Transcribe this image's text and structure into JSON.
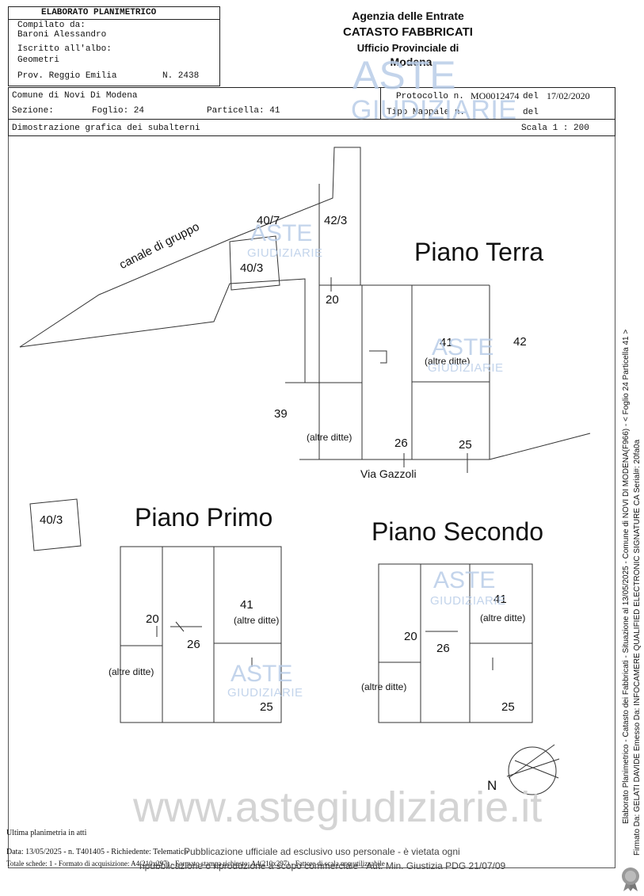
{
  "header": {
    "doc_title": "ELABORATO PLANIMETRICO",
    "compiled_by_label": "Compilato da:",
    "compiled_by_name": "Baroni Alessandro",
    "register_label": "Iscritto all'albo:",
    "register_value": "Geometri",
    "province": "Prov. Reggio Emilia",
    "number": "N. 2438",
    "agency_line1": "Agenzia delle Entrate",
    "agency_line2": "CATASTO FABBRICATI",
    "agency_line3": "Ufficio Provinciale di",
    "agency_line4": "Modena"
  },
  "info": {
    "comune": "Comune di Novi Di Modena",
    "protocollo_label": "Protocollo n.",
    "protocollo_value": "MO0012474",
    "del_label": "del",
    "protocollo_date": "17/02/2020",
    "sezione_label": "Sezione:",
    "foglio": "Foglio: 24",
    "particella": "Particella: 41",
    "tipo_mappale_label": "Tipo Mappale n.",
    "del_label2": "del",
    "dimostrazione": "Dimostrazione grafica dei subalterni",
    "scala": "Scala 1 : 200"
  },
  "drawing": {
    "piano_terra": "Piano Terra",
    "piano_primo": "Piano Primo",
    "piano_secondo": "Piano Secondo",
    "canale": "canale di gruppo",
    "via": "Via Gazzoli",
    "north": "N",
    "labels": {
      "l_40_7": "40/7",
      "l_42_3": "42/3",
      "l_40_3_a": "40/3",
      "l_40_3_b": "40/3",
      "l_20_t": "20",
      "l_41_t": "41",
      "l_altre_41_t": "(altre ditte)",
      "l_42": "42",
      "l_39": "39",
      "l_altre_t": "(altre ditte)",
      "l_26_t": "26",
      "l_25_t": "25",
      "l_20_p": "20",
      "l_26_p": "26",
      "l_41_p": "41",
      "l_altre_41_p": "(altre ditte)",
      "l_altre_p": "(altre ditte)",
      "l_25_p": "25",
      "l_20_s": "20",
      "l_26_s": "26",
      "l_41_s": "41",
      "l_altre_41_s": "(altre ditte)",
      "l_altre_s": "(altre ditte)",
      "l_25_s": "25"
    }
  },
  "watermarks": {
    "aste": "ASTE",
    "giudiziarie": "GIUDIZIARIE",
    "site": "www.astegiudiziarie.it"
  },
  "side": {
    "line1": "Elaborato Planimetrico - Catasto dei Fabbricati - Situazione al 13/05/2025 - Comune di NOVI DI MODENA(F966) - < Foglio 24 Particella 41 >",
    "line2": "Firmato Da: GELATI DAVIDE Emesso Da: INFOCAMERE QUALIFIED ELECTRONIC SIGNATURE CA Serial#: 20fa0a"
  },
  "footer": {
    "ultima": "Ultima planimetria in atti",
    "data": "Data: 13/05/2025 - n. T401405 - Richiedente: Telematico",
    "totale": "Totale schede: 1 - Formato di acquisizione: A4(210x297) - Formato stampa richiesto: A4(210x297) - Fattore di scala non utilizzabile",
    "pub1": "Pubblicazione ufficiale ad esclusivo uso personale - è vietata ogni",
    "pub2": "ripubblicazione o riproduzione a scopo commerciale - Aut. Min. Giustizia PDG 21/07/09"
  }
}
